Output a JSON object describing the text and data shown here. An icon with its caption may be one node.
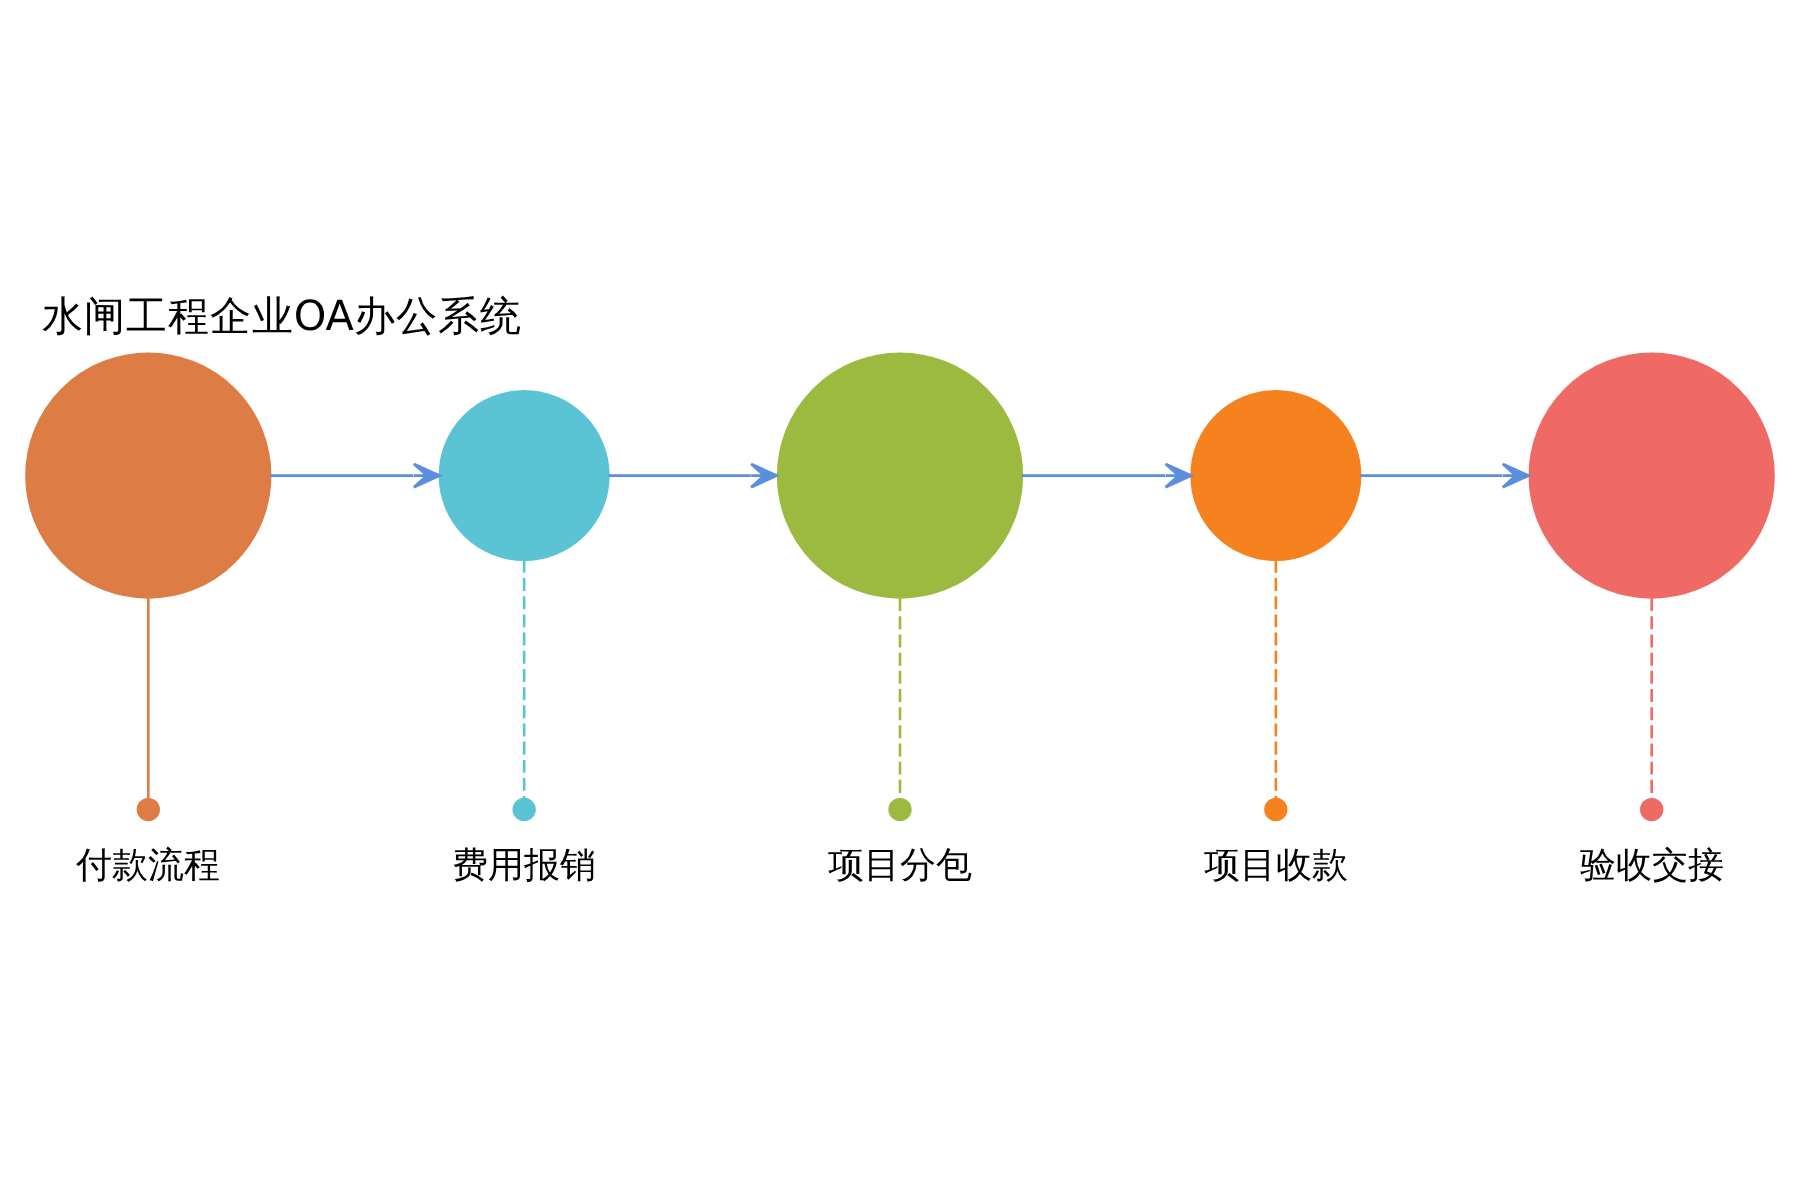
{
  "diagram": {
    "title": "水闸工程企业OA办公系统",
    "nodes": [
      {
        "text": [],
        "shape": "circle"
      },
      {
        "text": [],
        "shape": "circle"
      },
      {
        "text": [],
        "shape": "circle"
      },
      {
        "text": [],
        "shape": "circle"
      },
      {
        "text": [],
        "shape": "circle"
      },
      {
        "text": [
          "付款流程"
        ]
      },
      {
        "text": [
          "费用报销"
        ]
      },
      {
        "text": [
          "项目分包"
        ]
      },
      {
        "text": [
          "项目收款"
        ]
      },
      {
        "text": [
          "验收交接"
        ]
      }
    ],
    "edges": [
      {
        "from": 0,
        "to": 1,
        "arrow": "to"
      },
      {
        "from": 1,
        "to": 2,
        "arrow": "to"
      },
      {
        "from": 2,
        "to": 3,
        "arrow": "to"
      },
      {
        "from": 3,
        "to": 4,
        "arrow": "to"
      },
      {
        "from": 0,
        "to": 5,
        "arrow": "other",
        "color": "#dd7c45"
      },
      {
        "from": 1,
        "to": 6,
        "arrow": "other",
        "style": "dashed",
        "color": "#5bc4d4"
      },
      {
        "from": 2,
        "to": 7,
        "arrow": "other",
        "style": "dashed",
        "color": "#9cba3f"
      },
      {
        "from": 3,
        "to": 8,
        "arrow": "other",
        "style": "dashed",
        "color": "#f5821f"
      },
      {
        "from": 4,
        "to": 9,
        "arrow": "other",
        "style": "dashed",
        "color": "#ef6a64"
      }
    ]
  }
}
